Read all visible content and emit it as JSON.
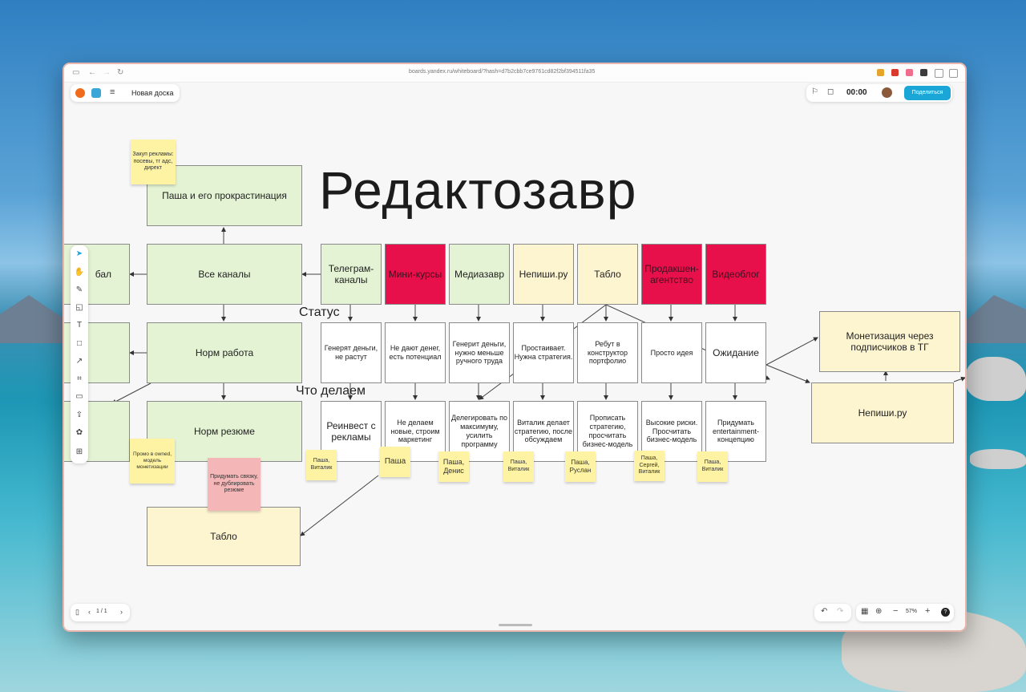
{
  "browser": {
    "url": "boards.yandex.ru/whiteboard/?hash=d7b2cbb7ce9761cd82f2bf394511fa35"
  },
  "header": {
    "board_name": "Новая доска",
    "timer": "00:00",
    "share_label": "Поделиться"
  },
  "footer": {
    "page_indicator": "1 / 1",
    "zoom": "57%",
    "help": "?"
  },
  "board": {
    "title": "Редактозавр",
    "label_status": "Статус",
    "label_actions": "Что делаем",
    "left_boxes": {
      "procrastination": "Паша и его прокрастинация",
      "all_channels": "Все каналы",
      "norm_work": "Норм работа",
      "norm_resume": "Норм резюме",
      "tablo_bottom": "Табло",
      "partial_1": "бал"
    },
    "channels": [
      {
        "name": "Телеграм-каналы",
        "status": "Генерят деньги, не растут",
        "action": "Реинвест с рекламы",
        "who": "Паша, Виталик",
        "color": "#e3f3d3"
      },
      {
        "name": "Мини-курсы",
        "status": "Не дают денег, есть потенциал",
        "action": "Не делаем новые, строим маркетинг",
        "who": "Паша",
        "color": "#e8104a"
      },
      {
        "name": "Медиазавр",
        "status": "Генерит деньги, нужно меньше ручного труда",
        "action": "Делегировать по максимуму, усилить программу",
        "who": "Паша, Денис",
        "color": "#e3f3d3"
      },
      {
        "name": "Непиши.ру",
        "status": "Простаивает. Нужна стратегия.",
        "action": "Виталик делает стратегию, после обсуждаем",
        "who": "Паша, Виталик",
        "color": "#fdf4d0"
      },
      {
        "name": "Табло",
        "status": "Ребут в конструктор портфолио",
        "action": "Прописать стратегию, просчитать бизнес-модель",
        "who": "Паша, Руслан",
        "color": "#fdf4d0"
      },
      {
        "name": "Продакшен-агентство",
        "status": "Просто идея",
        "action": "Высокие риски. Просчитать бизнес-модель",
        "who": "Паша, Сергей, Виталик",
        "color": "#e8104a"
      },
      {
        "name": "Видеоблог",
        "status": "Ожидание",
        "action": "Придумать entertainment-концепцию",
        "who": "Паша, Виталик",
        "color": "#e8104a"
      }
    ],
    "right_boxes": {
      "monetization": "Монетизация через подписчиков в ТГ",
      "nepishi": "Непиши.ру"
    },
    "stickies": {
      "ads": "Закуп рекламы: посевы, тг адс, директ",
      "promo": "Промо в owned, модель монетизации",
      "link": "Придумать связку, не дублировать резюме"
    }
  },
  "toolbar": {
    "icons": [
      "cursor-icon",
      "hand-icon",
      "pen-icon",
      "sticky-icon",
      "text-icon",
      "rectangle-icon",
      "arrow-icon",
      "frame-icon",
      "comment-icon",
      "upload-icon",
      "stickers-icon",
      "plus-icon"
    ]
  },
  "colors": {
    "green": "#e3f3d3",
    "yellow": "#fdf4d0",
    "red": "#e8104a",
    "sticky_yellow": "#fdf3a3",
    "sticky_pink": "#f4b6b6",
    "share_blue": "#1aa7d8"
  }
}
